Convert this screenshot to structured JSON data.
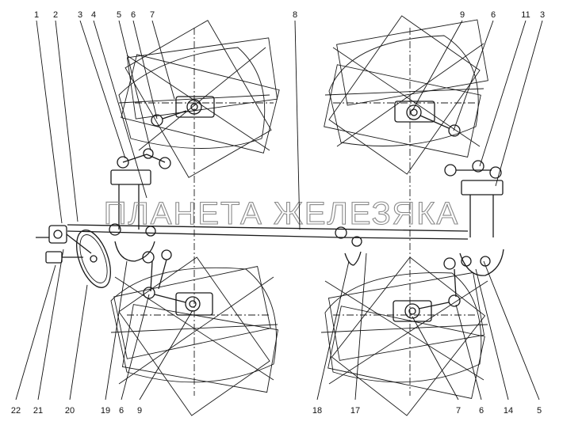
{
  "watermark": "ПЛАНЕТА ЖЕЛЕЗЯКА",
  "callouts_top": [
    "1",
    "2",
    "3",
    "4",
    "5",
    "6",
    "7",
    "8",
    "9",
    "6",
    "11",
    "3"
  ],
  "callouts_bottom": [
    "22",
    "21",
    "20",
    "19",
    "6",
    "9",
    "18",
    "17",
    "7",
    "6",
    "14",
    "5"
  ],
  "colors": {
    "ink": "#1a1a1a",
    "watermark": "#8a8a8a",
    "background": "#ffffff"
  }
}
